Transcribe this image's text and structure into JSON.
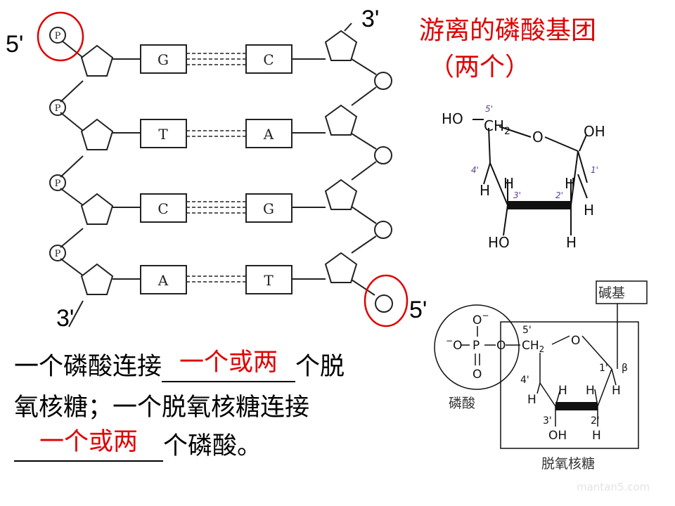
{
  "dna_diagram": {
    "left_bases": [
      "G",
      "T",
      "C",
      "A"
    ],
    "right_bases": [
      "C",
      "A",
      "G",
      "T"
    ],
    "phosphate_label": "P",
    "end_labels": {
      "top_left": "5'",
      "top_right": "3'",
      "bottom_left": "3'",
      "bottom_right": "5'"
    }
  },
  "free_phosphate_note": {
    "title": "游离的磷酸基团",
    "subtitle": "（两个）"
  },
  "deoxyribose_formula": {
    "ho": "HO",
    "ch2": "CH",
    "ch2_sub": "2",
    "o": "O",
    "oh": "OH",
    "h": "H",
    "ho_bottom": "HO",
    "c5": "5'",
    "c4": "4'",
    "c3": "3'",
    "c2": "2'",
    "c1": "1'"
  },
  "nucleotide_diagram": {
    "base_box": "碱基",
    "phosphate_caption": "磷酸",
    "sugar_caption": "脱氧核糖",
    "o_minus": "O",
    "minus": "−",
    "p": "P",
    "o": "O",
    "ch2": "CH",
    "ch2_sub": "2",
    "ring_o": "O",
    "h": "H",
    "oh": "OH",
    "c5": "5'",
    "c4": "4'",
    "c3": "3'",
    "c2": "2'",
    "c1": "1'",
    "beta": "β"
  },
  "sentence": {
    "part1": "一个磷酸连接",
    "answer1": "一个或两",
    "part2": "个脱",
    "line2": "氧核糖；一个脱氧核糖连接",
    "answer2": "一个或两",
    "part3": "个磷酸。"
  },
  "watermark": "mantan5.com"
}
